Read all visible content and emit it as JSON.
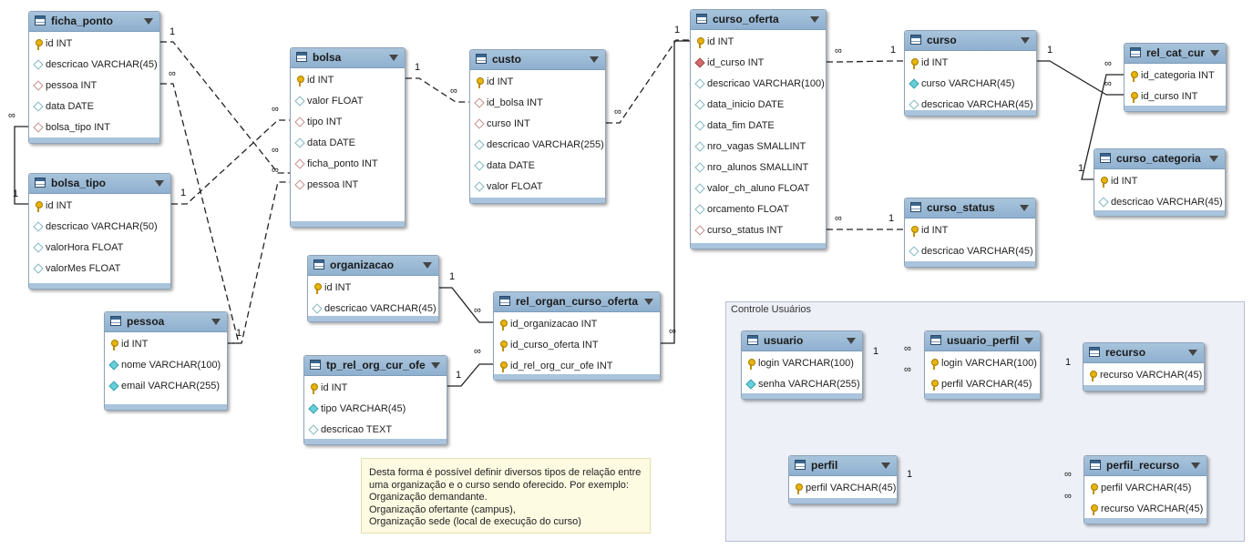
{
  "group": {
    "title": "Controle Usuários"
  },
  "note": {
    "lines": [
      "Desta forma é possível definir diversos tipos de relação entre",
      "uma organização e o curso sendo oferecido. Por exemplo:",
      "Organização demandante.",
      "Organização ofertante (campus),",
      "Organização sede (local de execução do curso)"
    ]
  },
  "tables": {
    "ficha_ponto": {
      "name": "ficha_ponto",
      "columns": [
        {
          "text": "id INT",
          "key": "pk"
        },
        {
          "text": "descricao VARCHAR(45)",
          "key": "col"
        },
        {
          "text": "pessoa INT",
          "key": "fk"
        },
        {
          "text": "data DATE",
          "key": "col"
        },
        {
          "text": "bolsa_tipo INT",
          "key": "fk"
        }
      ]
    },
    "bolsa_tipo": {
      "name": "bolsa_tipo",
      "columns": [
        {
          "text": "id INT",
          "key": "pk"
        },
        {
          "text": "descricao VARCHAR(50)",
          "key": "col"
        },
        {
          "text": "valorHora FLOAT",
          "key": "col"
        },
        {
          "text": "valorMes FLOAT",
          "key": "col"
        }
      ]
    },
    "pessoa": {
      "name": "pessoa",
      "columns": [
        {
          "text": "id INT",
          "key": "pk"
        },
        {
          "text": "nome VARCHAR(100)",
          "key": "idx"
        },
        {
          "text": "email VARCHAR(255)",
          "key": "idx"
        }
      ]
    },
    "bolsa": {
      "name": "bolsa",
      "columns": [
        {
          "text": "id INT",
          "key": "pk"
        },
        {
          "text": "valor FLOAT",
          "key": "col"
        },
        {
          "text": "tipo INT",
          "key": "fk"
        },
        {
          "text": "data DATE",
          "key": "col"
        },
        {
          "text": "ficha_ponto INT",
          "key": "fk"
        },
        {
          "text": "pessoa INT",
          "key": "fk"
        }
      ]
    },
    "custo": {
      "name": "custo",
      "columns": [
        {
          "text": "id INT",
          "key": "pk"
        },
        {
          "text": "id_bolsa INT",
          "key": "fk"
        },
        {
          "text": "curso INT",
          "key": "fk"
        },
        {
          "text": "descricao VARCHAR(255)",
          "key": "col"
        },
        {
          "text": "data DATE",
          "key": "col"
        },
        {
          "text": "valor FLOAT",
          "key": "col"
        }
      ]
    },
    "curso_oferta": {
      "name": "curso_oferta",
      "columns": [
        {
          "text": "id INT",
          "key": "pk"
        },
        {
          "text": "id_curso INT",
          "key": "fkr"
        },
        {
          "text": "descricao VARCHAR(100)",
          "key": "col"
        },
        {
          "text": "data_inicio DATE",
          "key": "col"
        },
        {
          "text": "data_fim DATE",
          "key": "col"
        },
        {
          "text": "nro_vagas SMALLINT",
          "key": "col"
        },
        {
          "text": "nro_alunos SMALLINT",
          "key": "col"
        },
        {
          "text": "valor_ch_aluno FLOAT",
          "key": "col"
        },
        {
          "text": "orcamento FLOAT",
          "key": "col"
        },
        {
          "text": "curso_status INT",
          "key": "fk"
        }
      ]
    },
    "curso": {
      "name": "curso",
      "columns": [
        {
          "text": "id INT",
          "key": "pk"
        },
        {
          "text": "curso VARCHAR(45)",
          "key": "idx"
        },
        {
          "text": "descricao VARCHAR(45)",
          "key": "col"
        }
      ]
    },
    "rel_cat_cur": {
      "name": "rel_cat_cur",
      "columns": [
        {
          "text": "id_categoria INT",
          "key": "pk"
        },
        {
          "text": "id_curso INT",
          "key": "pk"
        }
      ]
    },
    "curso_categoria": {
      "name": "curso_categoria",
      "columns": [
        {
          "text": "id INT",
          "key": "pk"
        },
        {
          "text": "descricao VARCHAR(45)",
          "key": "col"
        }
      ]
    },
    "curso_status": {
      "name": "curso_status",
      "columns": [
        {
          "text": "id INT",
          "key": "pk"
        },
        {
          "text": "descricao VARCHAR(45)",
          "key": "col"
        }
      ]
    },
    "organizacao": {
      "name": "organizacao",
      "columns": [
        {
          "text": "id INT",
          "key": "pk"
        },
        {
          "text": "descricao VARCHAR(45)",
          "key": "col"
        }
      ]
    },
    "rel_organ_curso_oferta": {
      "name": "rel_organ_curso_oferta",
      "columns": [
        {
          "text": "id_organizacao INT",
          "key": "pk"
        },
        {
          "text": "id_curso_oferta INT",
          "key": "pk"
        },
        {
          "text": "id_rel_org_cur_ofe INT",
          "key": "pk"
        }
      ]
    },
    "tp_rel_org_cur_ofe": {
      "name": "tp_rel_org_cur_ofe",
      "columns": [
        {
          "text": "id INT",
          "key": "pk"
        },
        {
          "text": "tipo VARCHAR(45)",
          "key": "idx"
        },
        {
          "text": "descricao TEXT",
          "key": "col"
        }
      ]
    },
    "usuario": {
      "name": "usuario",
      "columns": [
        {
          "text": "login VARCHAR(100)",
          "key": "pk"
        },
        {
          "text": "senha VARCHAR(255)",
          "key": "idx"
        }
      ]
    },
    "usuario_perfil": {
      "name": "usuario_perfil",
      "columns": [
        {
          "text": "login VARCHAR(100)",
          "key": "pk"
        },
        {
          "text": "perfil VARCHAR(45)",
          "key": "pk"
        }
      ]
    },
    "recurso": {
      "name": "recurso",
      "columns": [
        {
          "text": "recurso VARCHAR(45)",
          "key": "pk"
        }
      ]
    },
    "perfil": {
      "name": "perfil",
      "columns": [
        {
          "text": "perfil VARCHAR(45)",
          "key": "pk"
        }
      ]
    },
    "perfil_recurso": {
      "name": "perfil_recurso",
      "columns": [
        {
          "text": "perfil VARCHAR(45)",
          "key": "pk"
        },
        {
          "text": "recurso VARCHAR(45)",
          "key": "pk"
        }
      ]
    }
  },
  "cardinality": {
    "one": "1",
    "many": "∞"
  }
}
